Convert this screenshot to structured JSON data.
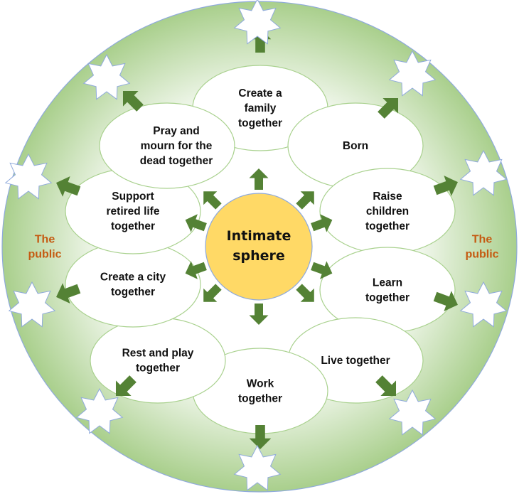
{
  "colors": {
    "outer_fill_edge": "#a9cf8c",
    "outer_fill_center": "#ffffff",
    "outer_stroke": "#8faadc",
    "ellipse_stroke": "#a9d18e",
    "arrow": "#548235",
    "center_fill": "#ffd966",
    "public_text": "#c55a11",
    "star_stroke": "#8faadc"
  },
  "center": {
    "lines": [
      "Intimate",
      "sphere"
    ]
  },
  "public_left": {
    "lines": [
      "The",
      "public"
    ]
  },
  "public_right": {
    "lines": [
      "The",
      "public"
    ]
  },
  "activities": [
    {
      "lines": [
        "Create a",
        "family",
        "together"
      ]
    },
    {
      "lines": [
        "Born"
      ]
    },
    {
      "lines": [
        "Raise",
        "children",
        "together"
      ]
    },
    {
      "lines": [
        "Learn",
        "together"
      ]
    },
    {
      "lines": [
        "Live together"
      ]
    },
    {
      "lines": [
        "Work",
        "together"
      ]
    },
    {
      "lines": [
        "Rest and play",
        "together"
      ]
    },
    {
      "lines": [
        "Create a city",
        "together"
      ]
    },
    {
      "lines": [
        "Support",
        "retired life",
        "together"
      ]
    },
    {
      "lines": [
        "Pray and",
        "mourn for the",
        "dead together"
      ]
    }
  ],
  "icons": {
    "star": "seven-point-star-icon",
    "arrow": "block-arrow-icon"
  }
}
